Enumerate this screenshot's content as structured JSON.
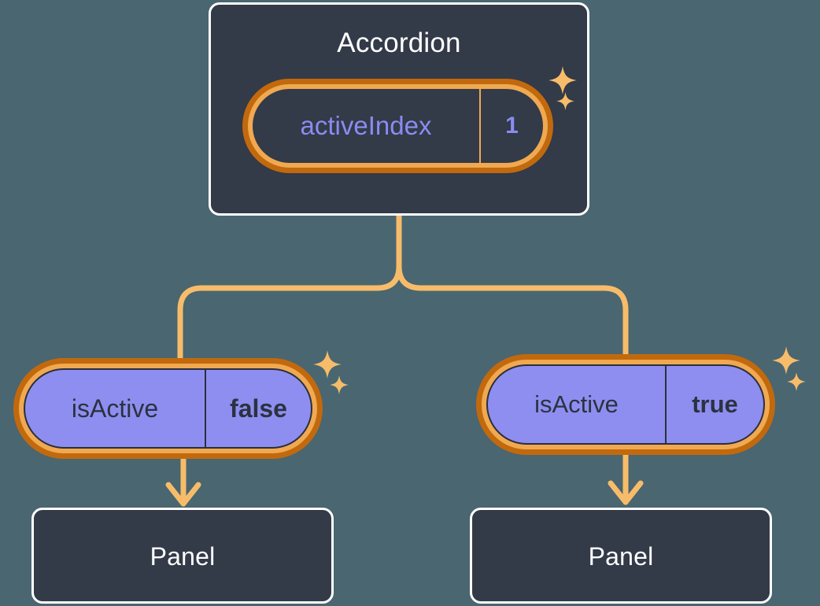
{
  "theme": {
    "background": "#4a6670",
    "card_fill": "#333a48",
    "card_border": "#ffffff",
    "pill_ring_outer": "#c2690d",
    "pill_ring_inner": "#f0a951",
    "pill_purple_fill": "#8e8ef0",
    "accent_text": "#8a8cf0",
    "dark_text": "#2b3240",
    "connector": "#f7bc6a",
    "sparkle": "#f7bc6a"
  },
  "root": {
    "title": "Accordion",
    "state_chip": {
      "key": "activeIndex",
      "value": "1"
    },
    "sparkle_large": "sparkle-icon",
    "sparkle_small": "sparkle-icon"
  },
  "branches": [
    {
      "chip": {
        "key": "isActive",
        "value": "false"
      },
      "child_title": "Panel"
    },
    {
      "chip": {
        "key": "isActive",
        "value": "true"
      },
      "child_title": "Panel"
    }
  ]
}
